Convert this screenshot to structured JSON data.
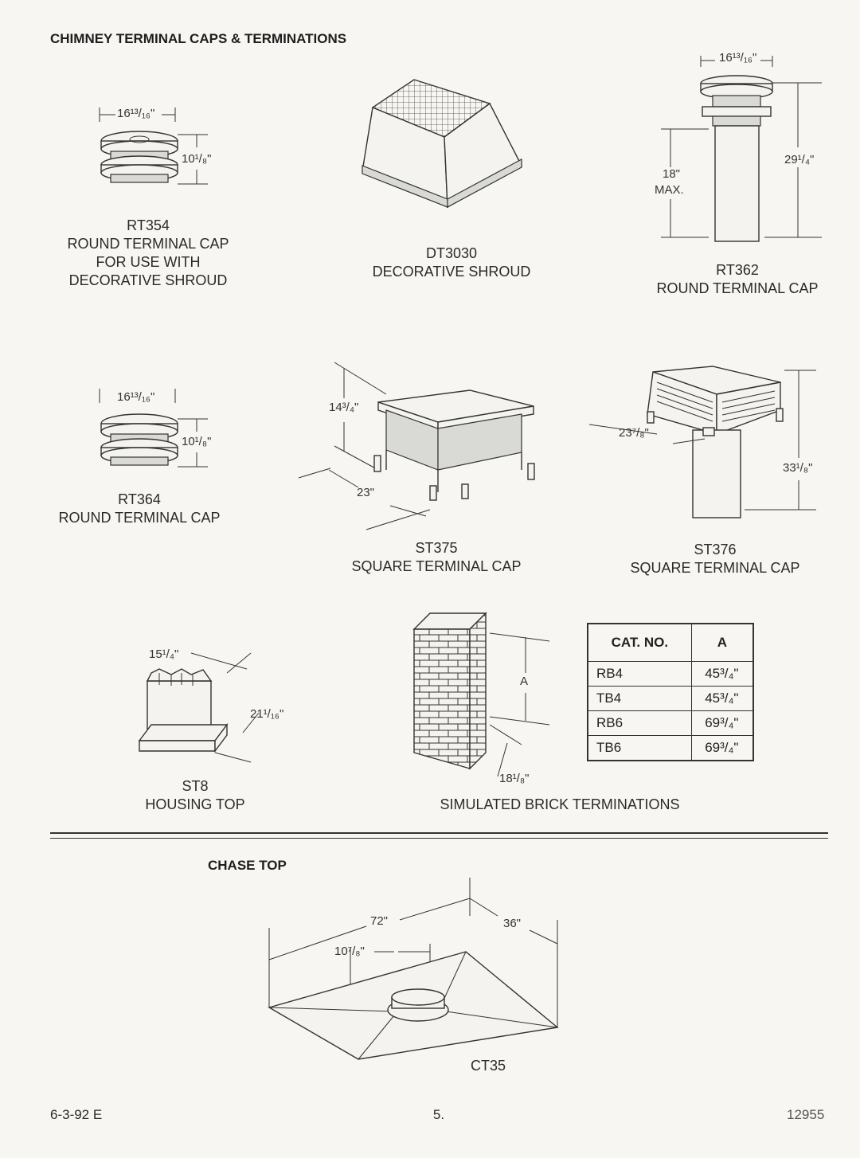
{
  "header": {
    "title": "CHIMNEY TERMINAL CAPS & TERMINATIONS"
  },
  "items": {
    "rt354": {
      "code": "RT354",
      "line1": "ROUND TERMINAL CAP",
      "line2": "FOR USE WITH",
      "line3": "DECORATIVE SHROUD",
      "dim_width": "16¹³/₁₆\"",
      "dim_height": "10¹/₈\""
    },
    "dt3030": {
      "code": "DT3030",
      "name": "DECORATIVE SHROUD"
    },
    "rt362": {
      "code": "RT362",
      "name": "ROUND TERMINAL CAP",
      "dim_width": "16¹³/₁₆\"",
      "dim_max": "18\"",
      "dim_max_label": "MAX.",
      "dim_height": "29¹/₄\""
    },
    "rt364": {
      "code": "RT364",
      "name": "ROUND TERMINAL CAP",
      "dim_width": "16¹³/₁₆\"",
      "dim_height": "10¹/₈\""
    },
    "st375": {
      "code": "ST375",
      "name": "SQUARE TERMINAL CAP",
      "dim_height": "14³/₄\"",
      "dim_width": "23\""
    },
    "st376": {
      "code": "ST376",
      "name": "SQUARE TERMINAL CAP",
      "dim_width": "23⁷/₈\"",
      "dim_height": "33¹/₈\""
    },
    "st8": {
      "code": "ST8",
      "name": "HOUSING TOP",
      "dim_width": "15¹/₄\"",
      "dim_depth": "21¹/₁₆\""
    },
    "brick": {
      "name": "SIMULATED BRICK TERMINATIONS",
      "dim_a": "A",
      "dim_base": "18¹/₈\""
    }
  },
  "cat_table": {
    "headers": [
      "CAT. NO.",
      "A"
    ],
    "rows": [
      [
        "RB4",
        "45³/₄\""
      ],
      [
        "TB4",
        "45³/₄\""
      ],
      [
        "RB6",
        "69³/₄\""
      ],
      [
        "TB6",
        "69³/₄\""
      ]
    ]
  },
  "chase": {
    "title": "CHASE TOP",
    "code": "CT35",
    "dim_length": "72\"",
    "dim_width": "36\"",
    "dim_offset": "10⁷/₈\""
  },
  "footer": {
    "date": "6-3-92 E",
    "page": "5.",
    "doc_no": "12955"
  }
}
